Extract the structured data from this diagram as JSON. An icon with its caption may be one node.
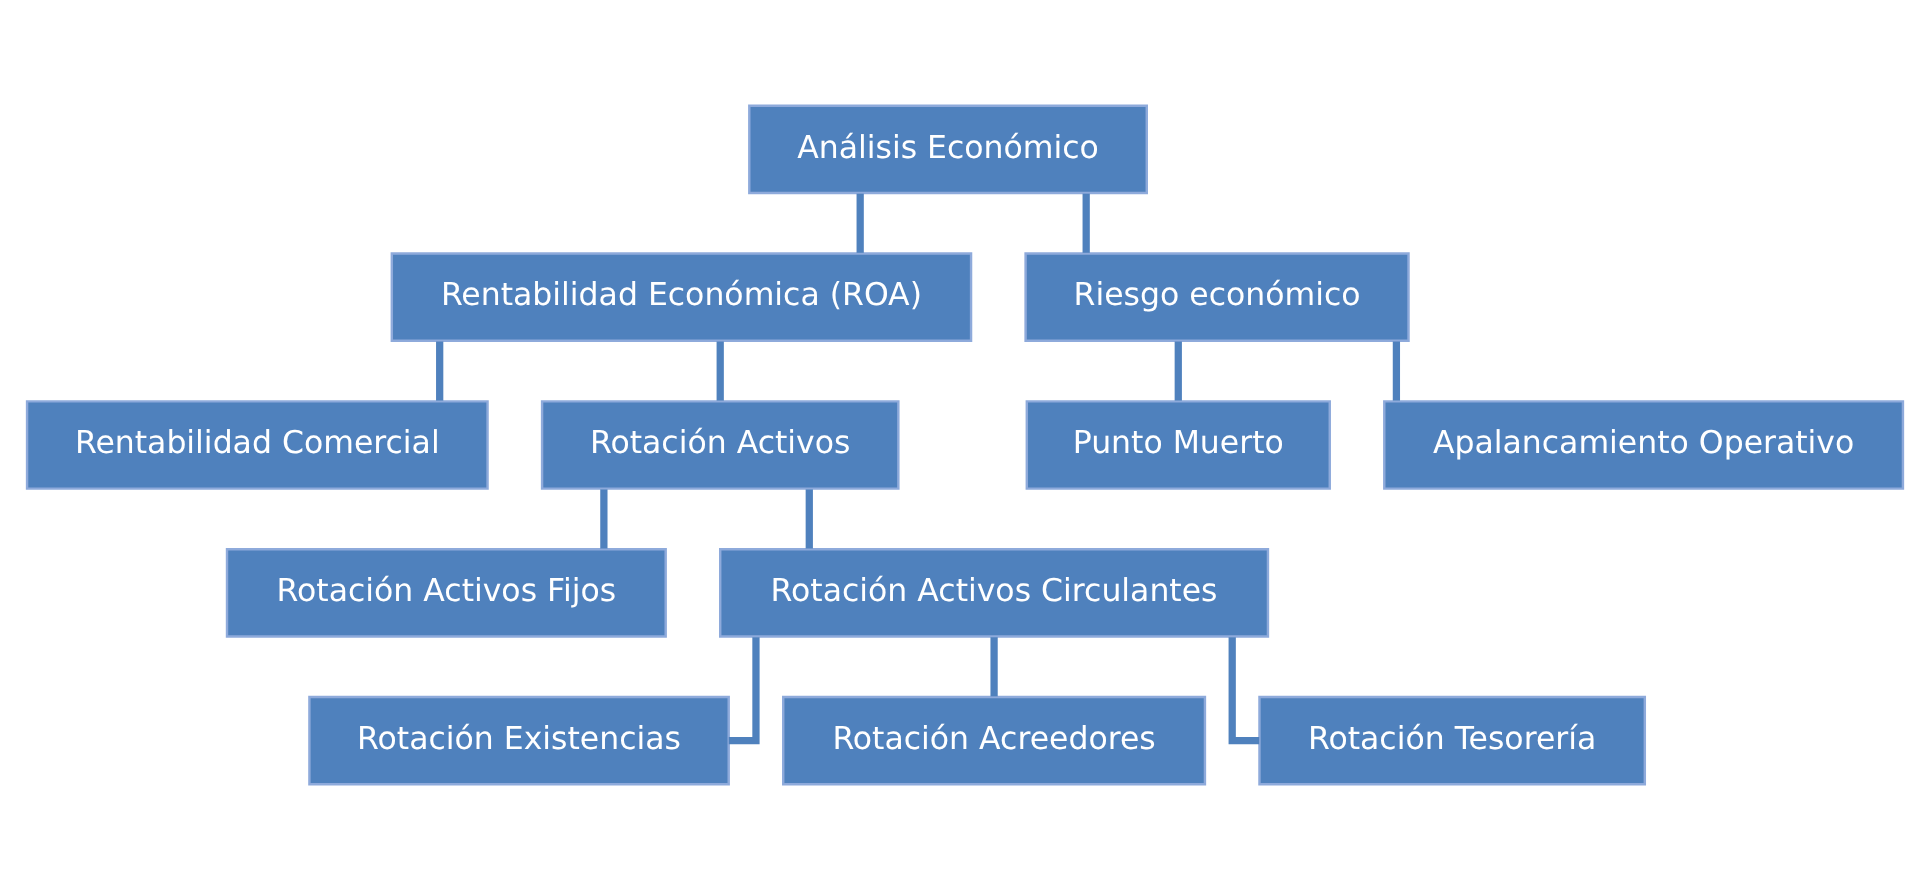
{
  "diagram": {
    "nodes": [
      {
        "text": [
          "Análisis Económico"
        ]
      },
      {
        "text": [
          "Rentabilidad Económica (ROA)"
        ]
      },
      {
        "text": [
          "Riesgo económico"
        ]
      },
      {
        "text": [
          "Rentabilidad Comercial"
        ]
      },
      {
        "text": [
          "Rotación Activos"
        ]
      },
      {
        "text": [
          "Punto Muerto"
        ]
      },
      {
        "text": [
          "Rotación Activos Fijos"
        ]
      },
      {
        "text": [
          "Rotación Activos Circulantes"
        ]
      },
      {
        "text": [
          "Apalancamiento Operativo"
        ]
      },
      {
        "text": [
          "Rotación Existencias"
        ]
      },
      {
        "text": [
          "Rotación Acreedores"
        ]
      },
      {
        "text": [
          "Rotación Tesorería"
        ]
      }
    ],
    "edges": [
      {
        "from": 0,
        "to": 1,
        "arrow": "none"
      },
      {
        "from": 0,
        "to": 2,
        "arrow": "none"
      },
      {
        "from": 1,
        "to": 3,
        "arrow": "none"
      },
      {
        "from": 1,
        "to": 4,
        "arrow": "none"
      },
      {
        "from": 4,
        "to": 6,
        "arrow": "none"
      },
      {
        "from": 4,
        "to": 7,
        "arrow": "none"
      },
      {
        "from": 7,
        "to": 9,
        "arrow": "none"
      },
      {
        "from": 7,
        "to": 10,
        "arrow": "none"
      },
      {
        "from": 7,
        "to": 11,
        "arrow": "none"
      },
      {
        "from": 2,
        "to": 5,
        "arrow": "none"
      },
      {
        "from": 2,
        "to": 8,
        "arrow": "none"
      }
    ]
  }
}
